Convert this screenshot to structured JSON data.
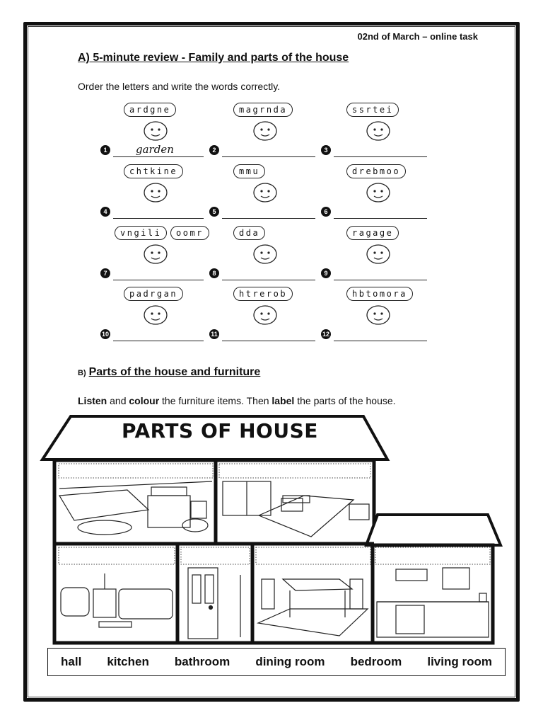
{
  "header": {
    "date": "02nd of March – online task"
  },
  "section_a": {
    "title": "A) 5-minute review - Family and parts of the house",
    "instruction": "Order the letters and write the words correctly."
  },
  "puzzles": [
    {
      "number": "1",
      "letters": "ardgne",
      "answer": "garden",
      "picture": "garden-icon"
    },
    {
      "number": "2",
      "letters": "magrnda",
      "answer": "",
      "picture": "grandma-icon"
    },
    {
      "number": "3",
      "letters": "ssrtei",
      "answer": "",
      "picture": "sister-icon"
    },
    {
      "number": "4",
      "letters": "chtkine",
      "answer": "",
      "picture": "kitchen-icon"
    },
    {
      "number": "5",
      "letters": "mmu",
      "answer": "",
      "picture": "mum-icon"
    },
    {
      "number": "6",
      "letters": "drebmoo",
      "answer": "",
      "picture": "bedroom-icon"
    },
    {
      "number": "7",
      "letters": "vngili",
      "letters2": "oomr",
      "answer": "",
      "picture": "living-room-icon"
    },
    {
      "number": "8",
      "letters": "dda",
      "answer": "",
      "picture": "dad-icon"
    },
    {
      "number": "9",
      "letters": "ragage",
      "answer": "",
      "picture": "garage-icon"
    },
    {
      "number": "10",
      "letters": "padrgan",
      "answer": "",
      "picture": "grandpa-icon"
    },
    {
      "number": "11",
      "letters": "htrerob",
      "answer": "",
      "picture": "brother-icon"
    },
    {
      "number": "12",
      "letters": "hbtomora",
      "answer": "",
      "picture": "bathroom-icon"
    }
  ],
  "section_b": {
    "prefix": "B)",
    "title": "Parts of the house and furniture",
    "instruction_parts": [
      "Listen",
      " and ",
      "colour",
      " the furniture items. Then ",
      "label",
      " the parts of the house."
    ]
  },
  "house": {
    "title": "PARTS OF HOUSE"
  },
  "word_bank": [
    "hall",
    "kitchen",
    "bathroom",
    "dining room",
    "bedroom",
    "living room"
  ]
}
